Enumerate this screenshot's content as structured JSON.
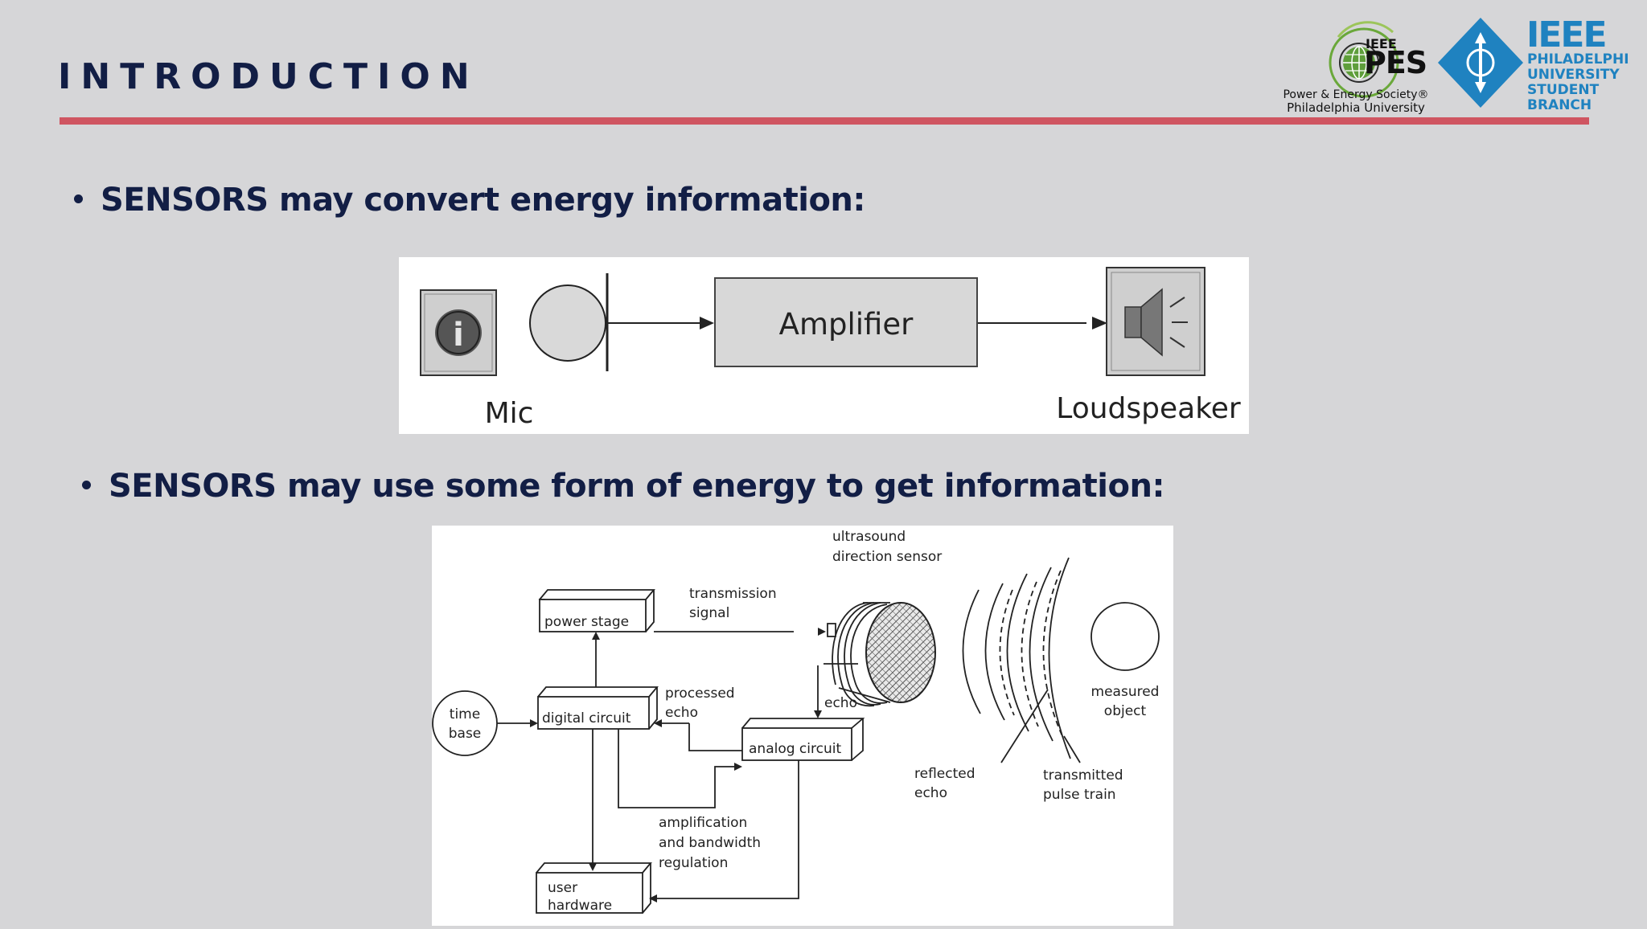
{
  "slide": {
    "title": "INTRODUCTION",
    "bullets": [
      "SENSORS may convert energy information:",
      "SENSORS may use some form of energy to get information:"
    ]
  },
  "logos": {
    "pes": {
      "small_text": "IEEE",
      "big_text": "PES",
      "line1": "Power & Energy Society®",
      "line2": "Philadelphia University"
    },
    "ieee": {
      "big_text": "IEEE",
      "lines": [
        "PHILADELPHIA",
        "UNIVERSITY",
        "STUDENT",
        "BRANCH"
      ]
    }
  },
  "diagram1": {
    "amplifier": "Amplifier",
    "mic": "Mic",
    "loudspeaker": "Loudspeaker"
  },
  "diagram2": {
    "power_stage": "power stage",
    "digital_circuit": "digital circuit",
    "analog_circuit": "analog circuit",
    "user_hardware": [
      "user",
      "hardware"
    ],
    "time_base": [
      "time",
      "base"
    ],
    "transmission_signal": [
      "transmission",
      "signal"
    ],
    "processed_echo": [
      "processed",
      "echo"
    ],
    "echo": "echo",
    "ultrasound_sensor": [
      "ultrasound",
      "direction sensor"
    ],
    "measured_object": [
      "measured",
      "object"
    ],
    "reflected_echo": [
      "reflected",
      "echo"
    ],
    "transmitted_pulse": [
      "transmitted",
      "pulse train"
    ],
    "amplification": [
      "amplification",
      "and bandwidth",
      "regulation"
    ]
  },
  "colors": {
    "background": "#d6d6d8",
    "title_navy": "#121e45",
    "accent_red": "#cf5561",
    "ieee_blue": "#1f82c0",
    "pes_green": "#6aa83a"
  }
}
